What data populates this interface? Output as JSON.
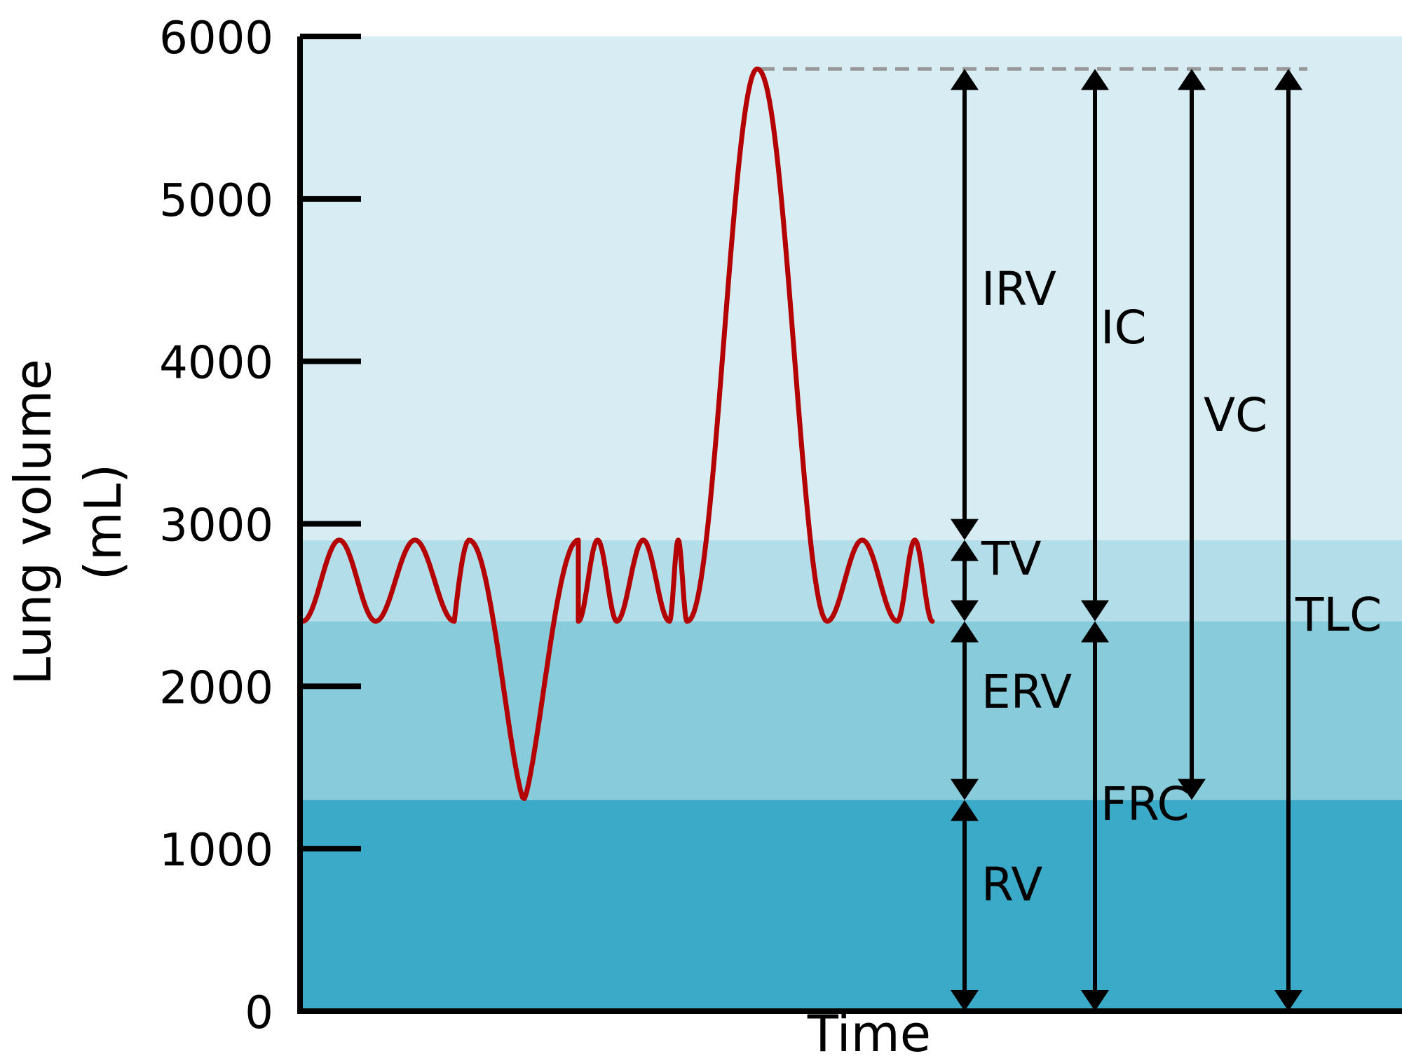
{
  "chart_data": {
    "type": "line",
    "xlabel": "Time",
    "ylabel_line1": "Lung volume",
    "ylabel_line2": "(mL)",
    "ylim": [
      0,
      6000
    ],
    "yticks": [
      "0",
      "1000",
      "2000",
      "3000",
      "4000",
      "5000",
      "6000"
    ],
    "yticks_values": [
      0,
      1000,
      2000,
      3000,
      4000,
      5000,
      6000
    ],
    "grid": false,
    "colors": {
      "trace": "#b40000",
      "band_rv": "#3aaac8",
      "band_erv": "#88ccdc",
      "band_tv": "#b3dde9",
      "band_irv": "#d8edf3",
      "axis": "#000000",
      "dashed": "#999999"
    },
    "bands": [
      {
        "name": "RV",
        "from": 0,
        "to": 1300
      },
      {
        "name": "ERV",
        "from": 1300,
        "to": 2400
      },
      {
        "name": "TV",
        "from": 2400,
        "to": 2900
      },
      {
        "name": "IRV",
        "from": 2900,
        "to": 6000
      }
    ],
    "volume_trace": {
      "baseline": 2400,
      "tidal_peak": 2900,
      "max_inspiration": 5800,
      "max_expiration": 1300
    },
    "arrows": [
      {
        "label": "IRV",
        "from": 2900,
        "to": 5800
      },
      {
        "label": "TV",
        "from": 2400,
        "to": 2900
      },
      {
        "label": "ERV",
        "from": 1300,
        "to": 2400
      },
      {
        "label": "RV",
        "from": 0,
        "to": 1300
      },
      {
        "label": "IC",
        "from": 2400,
        "to": 5800
      },
      {
        "label": "FRC",
        "from": 0,
        "to": 2400
      },
      {
        "label": "VC",
        "from": 1300,
        "to": 5800
      },
      {
        "label": "TLC",
        "from": 0,
        "to": 5800
      }
    ]
  }
}
